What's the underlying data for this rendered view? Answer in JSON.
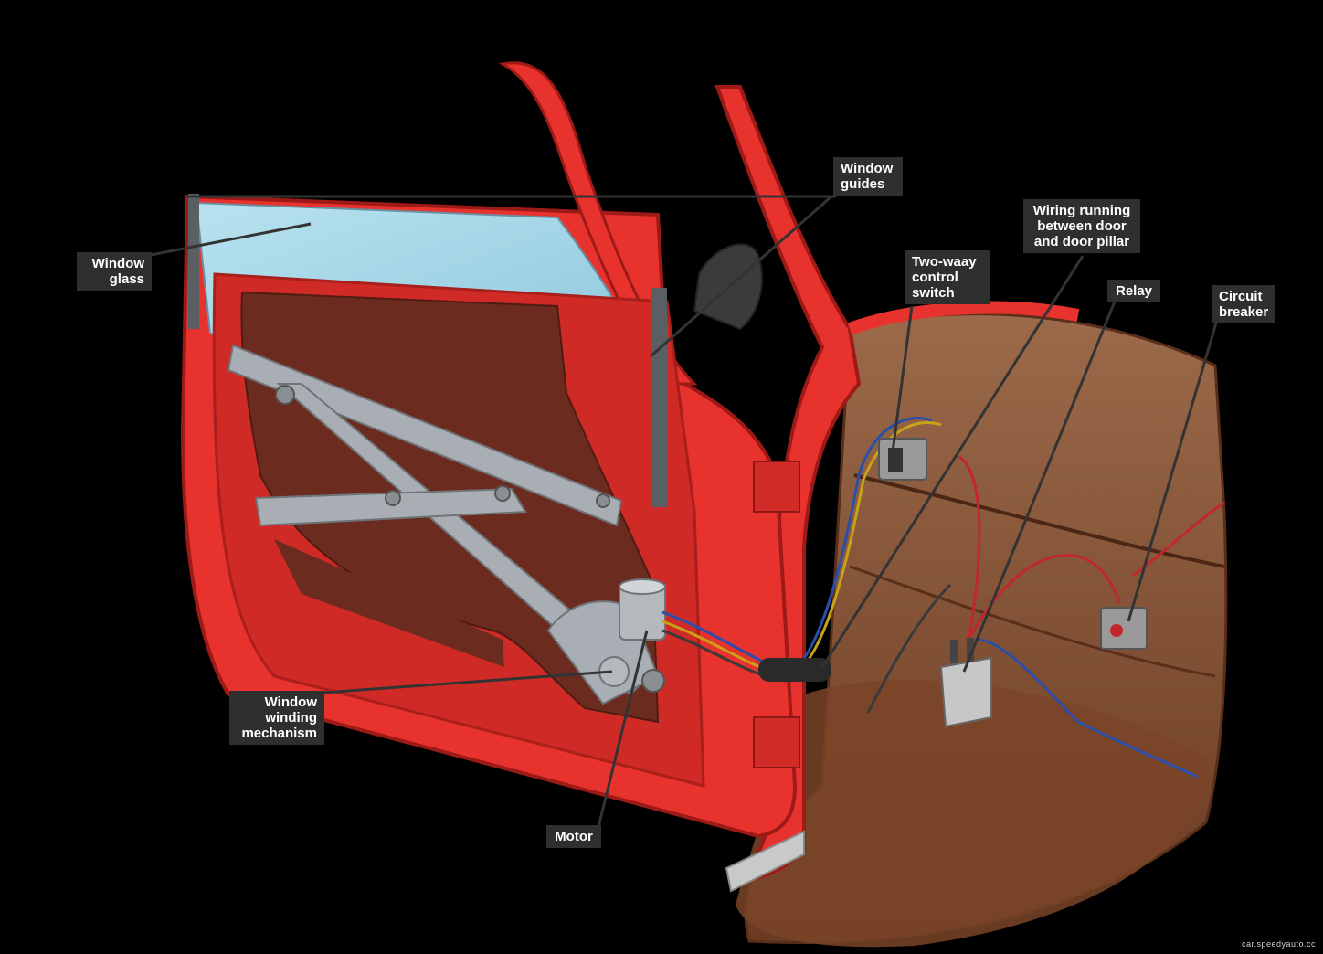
{
  "labels": {
    "window_glass": [
      "Window",
      "glass"
    ],
    "window_guides": [
      "Window",
      "guides"
    ],
    "two_way_switch": [
      "Two-waay",
      "control",
      "switch"
    ],
    "wiring": [
      "Wiring running",
      "between door",
      "and door pillar"
    ],
    "relay": [
      "Relay"
    ],
    "circuit_breaker": [
      "Circuit",
      "breaker"
    ],
    "window_winding": [
      "Window",
      "winding",
      "mechanism"
    ],
    "motor": [
      "Motor"
    ]
  },
  "credit": "car.speedyauto.cc",
  "colors": {
    "background": "#000000",
    "door_red": "#e8322e",
    "door_dark_red": "#9e1a16",
    "glass": "#9fd4e6",
    "panel_brown": "#6b2b1e",
    "mechanism_grey": "#a9aeb4",
    "floor_brown": "#8a5a3a",
    "label_bg": "#2f2f2f",
    "leader_line": "#333333"
  }
}
